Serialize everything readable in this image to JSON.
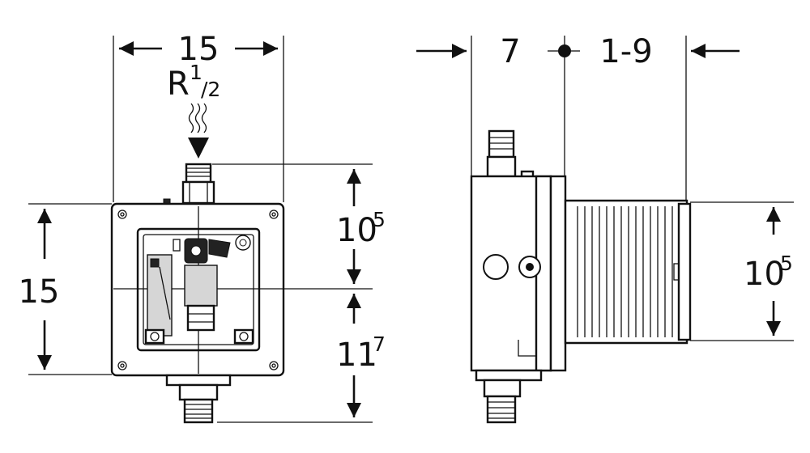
{
  "front_view": {
    "width_label": "15",
    "connection_label_main": "R",
    "connection_label_sup": "1",
    "connection_label_sub": "/2",
    "height_label": "15",
    "upper_height_main": "10",
    "upper_height_sup": "5",
    "lower_height_main": "11",
    "lower_height_sup": "7"
  },
  "side_view": {
    "depth_label": "7",
    "adjust_label": "1-9",
    "sleeve_height_main": "10",
    "sleeve_height_sup": "5"
  }
}
